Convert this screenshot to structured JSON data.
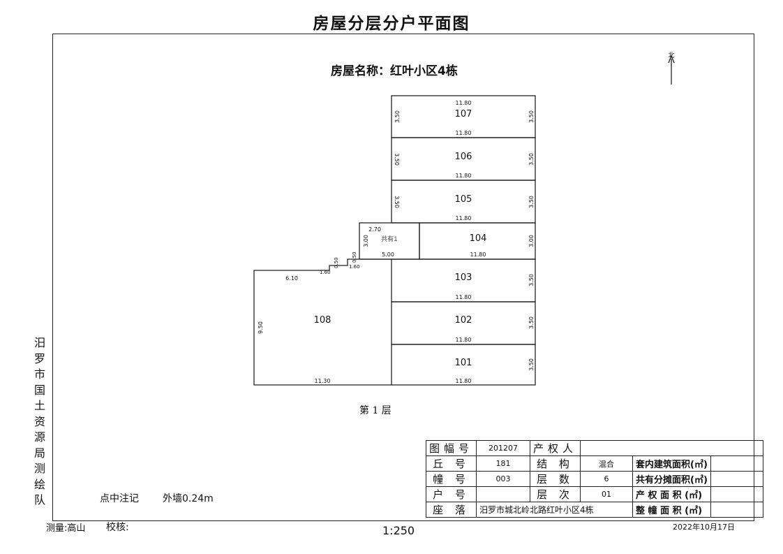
{
  "title": "房屋分层分户平面图",
  "house_name": "房屋名称：红叶小区4栋",
  "north_label": "北",
  "vertical_text": "汨罗市国土资源局测绘队",
  "floor_label": "第 1 层",
  "units": [
    {
      "id": "107",
      "top": "11.80",
      "bottom": "11.80",
      "left": "3.50",
      "right": "3.50"
    },
    {
      "id": "106",
      "bottom": "11.80",
      "left": "3.50",
      "right": "3.50"
    },
    {
      "id": "105",
      "bottom": "11.80",
      "left": "3.50",
      "right": "3.50"
    },
    {
      "id": "104",
      "bottom": "11.80",
      "right": "3.00"
    },
    {
      "id": "103",
      "bottom": "11.80",
      "right": "3.50"
    },
    {
      "id": "102",
      "bottom": "11.80",
      "right": "3.50"
    },
    {
      "id": "101",
      "bottom": "11.80",
      "right": "3.50"
    },
    {
      "id": "108",
      "top": "6.10",
      "bottom": "11.30",
      "left": "9.50"
    }
  ],
  "common": {
    "name": "共有1",
    "top": "2.70",
    "left": "3.00",
    "bottom": "5.00"
  },
  "steps": {
    "a": "0.50",
    "b": "1.60",
    "c": "0.50",
    "d": "1.60"
  },
  "table": {
    "map_no_label": "图幅号",
    "map_no": "201207",
    "owner_label": "产权人",
    "owner": "",
    "hill_label": "丘 号",
    "hill": "181",
    "struct_label": "结 构",
    "struct": "混合",
    "inner_area_label": "套内建筑面积(㎡)",
    "inner_area": "",
    "bldg_label": "幢 号",
    "bldg": "003",
    "floors_label": "层 数",
    "floors": "6",
    "shared_area_label": "共有分摊面积(㎡)",
    "shared_area": "",
    "unit_label": "户 号",
    "unit": "",
    "level_label": "层 次",
    "level": "01",
    "prop_area_label": "产 权 面 积 (㎡)",
    "prop_area": "",
    "location_label": "座 落",
    "location": "汨罗市城北岭北路红叶小区4栋",
    "total_area_label": "整 幢 面 积 (㎡)",
    "total_area": ""
  },
  "note_label": "点中注记",
  "wall_note": "外墙0.24m",
  "surveyor": "测量:高山",
  "checker": "校核:",
  "scale": "1:250",
  "date": "2022年10月17日"
}
